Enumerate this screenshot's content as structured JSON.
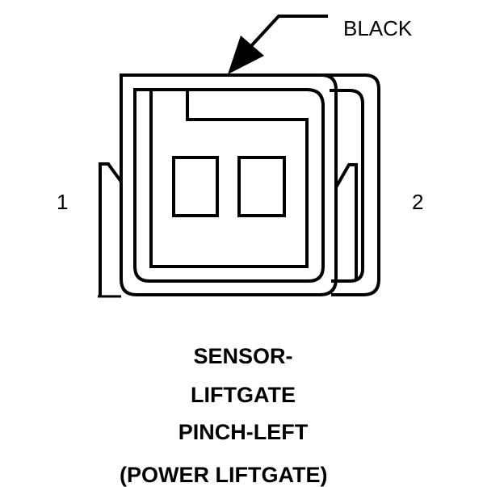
{
  "callout": {
    "color_label": "BLACK"
  },
  "pins": {
    "left": "1",
    "right": "2"
  },
  "title": {
    "line1": "SENSOR-",
    "line2": "LIFTGATE",
    "line3": "PINCH-LEFT"
  },
  "note": "(POWER LIFTGATE)",
  "colors": {
    "ink": "#000000",
    "background": "#ffffff"
  }
}
